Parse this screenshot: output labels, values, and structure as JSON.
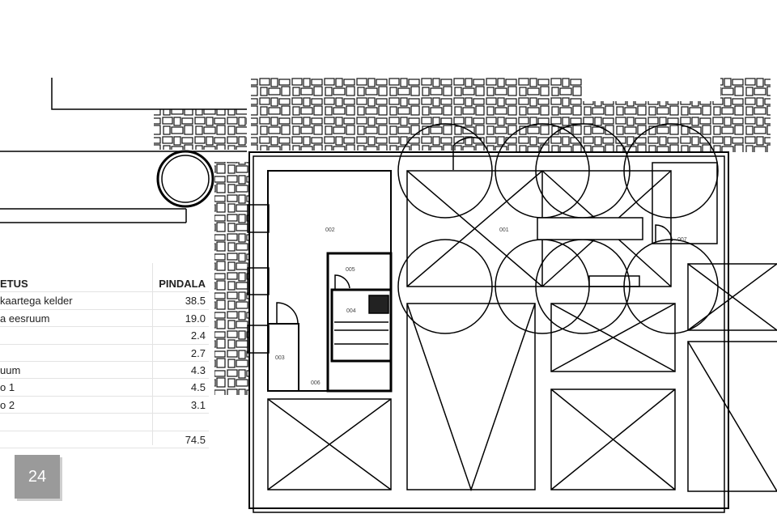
{
  "table": {
    "header": {
      "name": "ETUS",
      "area": "PINDALA"
    },
    "rows": [
      {
        "name": "kaartega kelder",
        "area": "38.5"
      },
      {
        "name": "a eesruum",
        "area": "19.0"
      },
      {
        "name": "",
        "area": "2.4"
      },
      {
        "name": "",
        "area": "2.7"
      },
      {
        "name": "uum",
        "area": "4.3"
      },
      {
        "name": "o 1",
        "area": "4.5"
      },
      {
        "name": "o 2",
        "area": "3.1"
      },
      {
        "name": "",
        "area": ""
      },
      {
        "name": "",
        "area": "74.5"
      }
    ]
  },
  "rooms": {
    "r001": "001",
    "r002": "002",
    "r003": "003",
    "r004": "004",
    "r005": "005",
    "r006": "006",
    "r007": "007"
  },
  "page_badge": "24"
}
